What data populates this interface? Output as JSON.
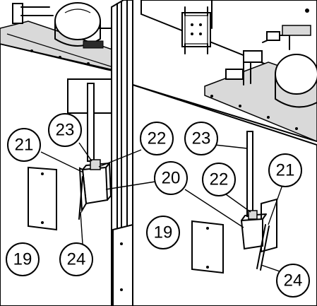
{
  "callouts": {
    "c23_left": "23",
    "c21_left": "21",
    "c22_left": "22",
    "c20": "20",
    "c19_left": "19",
    "c24_left": "24",
    "c23_right": "23",
    "c22_right": "22",
    "c21_right": "21",
    "c19_right": "19",
    "c24_right": "24"
  },
  "colors": {
    "line": "#000000",
    "background": "#ffffff",
    "shading": "#d9d9d9"
  }
}
